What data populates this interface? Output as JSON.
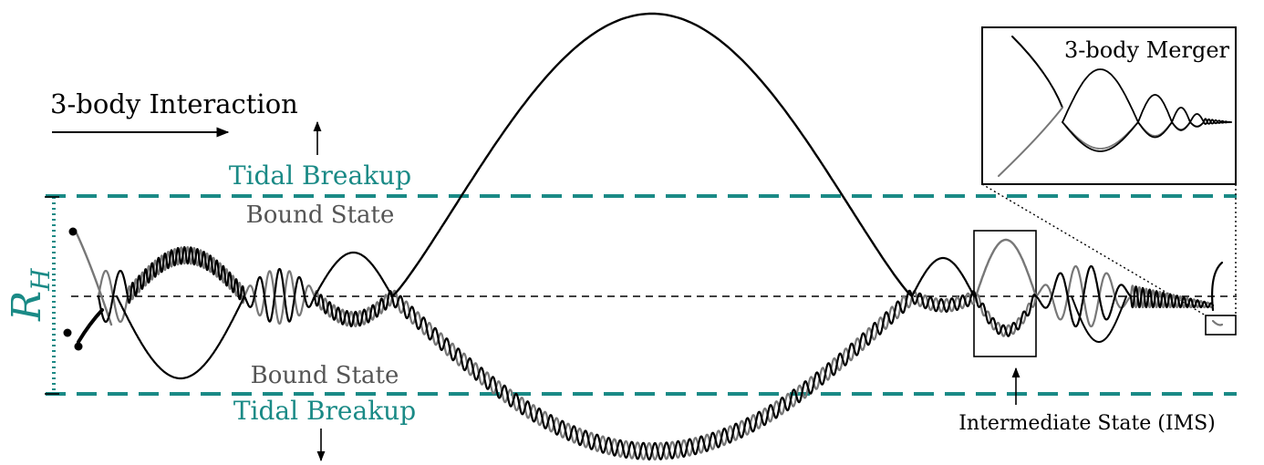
{
  "labels": {
    "interaction": "3-body Interaction",
    "tidal_top": "Tidal Breakup",
    "bound_top": "Bound State",
    "bound_bottom": "Bound State",
    "tidal_bottom": "Tidal Breakup",
    "hill_radius": "R",
    "hill_radius_sub": "H",
    "ims": "Intermediate State (IMS)",
    "merger": "3-body Merger"
  },
  "colors": {
    "teal": "#1a8a86",
    "body1": "#000000",
    "body2": "#777777",
    "bound_text": "#555555"
  }
}
